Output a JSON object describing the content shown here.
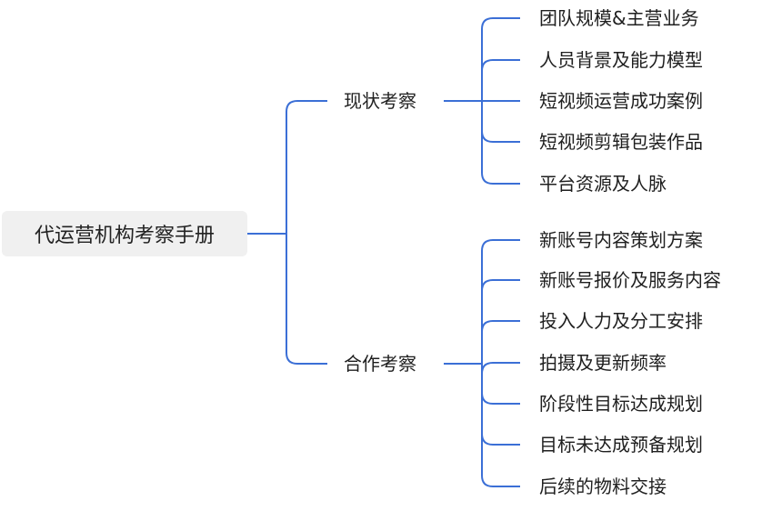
{
  "root": {
    "label": "代运营机构考察手册"
  },
  "branches": [
    {
      "label": "现状考察",
      "items": [
        "团队规模&主营业务",
        "人员背景及能力模型",
        "短视频运营成功案例",
        "短视频剪辑包装作品",
        "平台资源及人脉"
      ]
    },
    {
      "label": "合作考察",
      "items": [
        "新账号内容策划方案",
        "新账号报价及服务内容",
        "投入人力及分工安排",
        "拍摄及更新频率",
        "阶段性目标达成规划",
        "目标未达成预备规划",
        "后续的物料交接"
      ]
    }
  ],
  "colors": {
    "connector": "#3b6fd6",
    "root_bg": "#f0f0f0",
    "text": "#1f1f1f"
  }
}
